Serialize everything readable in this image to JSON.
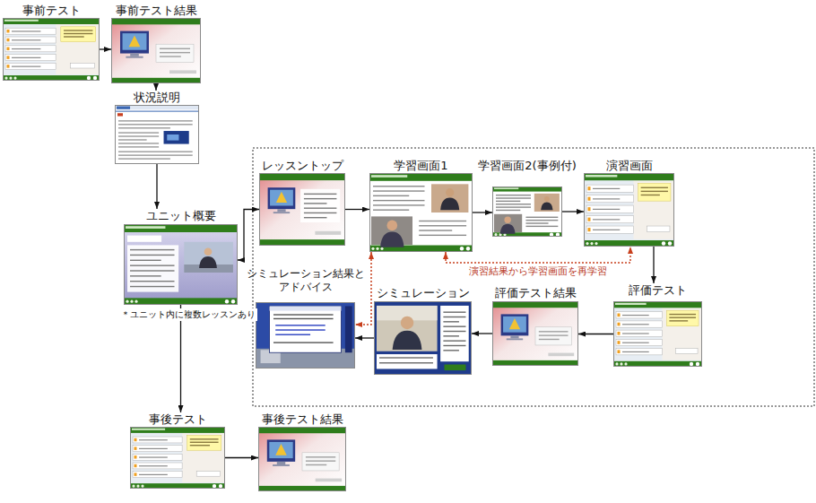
{
  "diagram": {
    "nodes": [
      {
        "text": [
          "事前テスト"
        ]
      },
      {
        "text": [
          "事前テスト結果"
        ]
      },
      {
        "text": [
          "状況説明"
        ]
      },
      {
        "text": [
          "ユニット概要"
        ]
      },
      {
        "text": [
          "レッスントップ"
        ]
      },
      {
        "text": [
          "学習画面1"
        ]
      },
      {
        "text": [
          "学習画面2(事例付)"
        ]
      },
      {
        "text": [
          "演習画面"
        ]
      },
      {
        "text": [
          "評価テスト"
        ]
      },
      {
        "text": [
          "評価テスト結果"
        ]
      },
      {
        "text": [
          "シミュレーション"
        ]
      },
      {
        "text": [
          "シミュレーション結果と アドバイス"
        ]
      },
      {
        "text": [
          "事後テスト"
        ]
      },
      {
        "text": [
          "事後テスト結果"
        ]
      }
    ],
    "edges": [
      {
        "from": 0,
        "to": 1,
        "arrow": "to"
      },
      {
        "from": 1,
        "to": 2,
        "arrow": "to"
      },
      {
        "from": 2,
        "to": 3,
        "arrow": "to"
      },
      {
        "from": 3,
        "to": 4,
        "arrow": "both"
      },
      {
        "from": 4,
        "to": 5,
        "arrow": "to"
      },
      {
        "from": 5,
        "to": 6,
        "arrow": "to"
      },
      {
        "from": 6,
        "to": 7,
        "arrow": "to"
      },
      {
        "from": 7,
        "to": 8,
        "arrow": "to"
      },
      {
        "from": 8,
        "to": 9,
        "arrow": "to"
      },
      {
        "from": 9,
        "to": 10,
        "arrow": "to"
      },
      {
        "from": 10,
        "to": 11,
        "arrow": "to"
      },
      {
        "from": 3,
        "to": 12,
        "arrow": "to"
      },
      {
        "from": 12,
        "to": 13,
        "arrow": "to"
      },
      {
        "from": 5,
        "to": 7,
        "label": "演習結果から学習画面を再学習",
        "arrow": "both"
      },
      {
        "from": 5,
        "to": 11,
        "arrow": "both"
      }
    ],
    "labels": [
      "＊ユニット内に複数レッスンあり"
    ]
  }
}
